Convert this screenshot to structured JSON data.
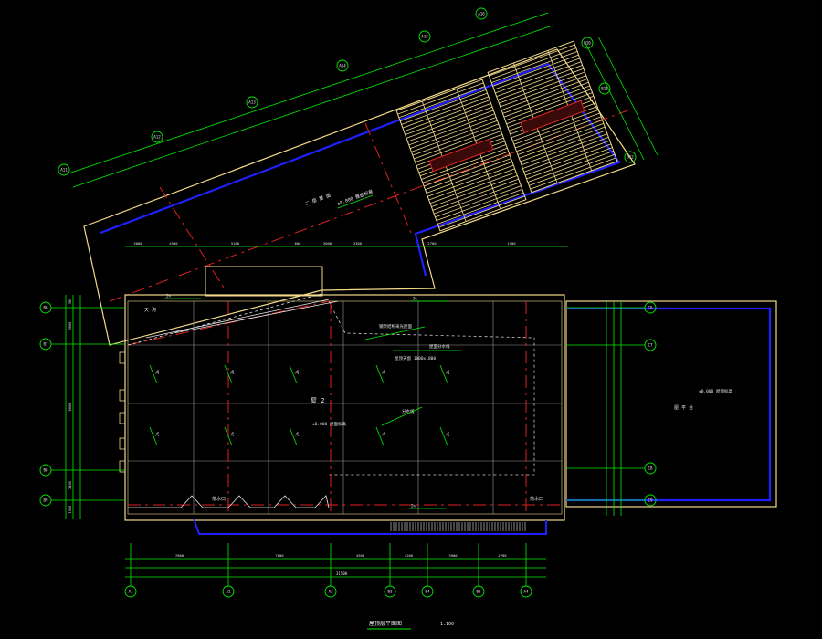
{
  "drawing": {
    "title": "屋顶层平面图",
    "scale": "1:100",
    "colors": {
      "background": "#000000",
      "outline": "#f2d98a",
      "wall_blue": "#2020ff",
      "axis_red": "#e02020",
      "dim_green": "#00ee00",
      "grid_gray": "#9a9a9a",
      "text_white": "#e8e8e8"
    }
  },
  "bottom_axes": [
    "A1",
    "A2",
    "A3",
    "B3",
    "B4",
    "B5",
    "A4"
  ],
  "left_axes": [
    "B6",
    "B7",
    "B8",
    "B9"
  ],
  "right_axes": [
    "C6",
    "C7",
    "C8",
    "C9"
  ],
  "top_axes": [
    "A11",
    "A12",
    "A13",
    "A14",
    "A15",
    "A16"
  ],
  "top_right_axes": [
    "B10",
    "B11",
    "B12"
  ],
  "dims": {
    "bottom_row1": [
      "7800",
      "7800",
      "4500",
      "4200",
      "3900",
      "2700"
    ],
    "bottom_total": "31500",
    "top_row": [
      "3600",
      "4500",
      "5100",
      "600",
      "3000",
      "3300",
      "2700",
      "1500"
    ],
    "left_row": [
      "300",
      "3000",
      "6000",
      "2400",
      "1500"
    ]
  },
  "labels": {
    "main_roof": "屋 2",
    "area_note": "±0.000 屋面标高",
    "slope": "2%",
    "slope_arrow": "i=2%",
    "note1": "钢架结构采光屋面",
    "note2": "屋面分水线",
    "note3": "屋顶天窗 1800x1800",
    "note4": "分水线",
    "right_area": "屋 平 台",
    "right_note": "±0.000 屋面标高",
    "top_area": "二 层 屋 面",
    "top_note": "±0.000 屋面标高",
    "drain_left": "落水口",
    "drain_right": "落水口",
    "gutter": "天 沟"
  }
}
